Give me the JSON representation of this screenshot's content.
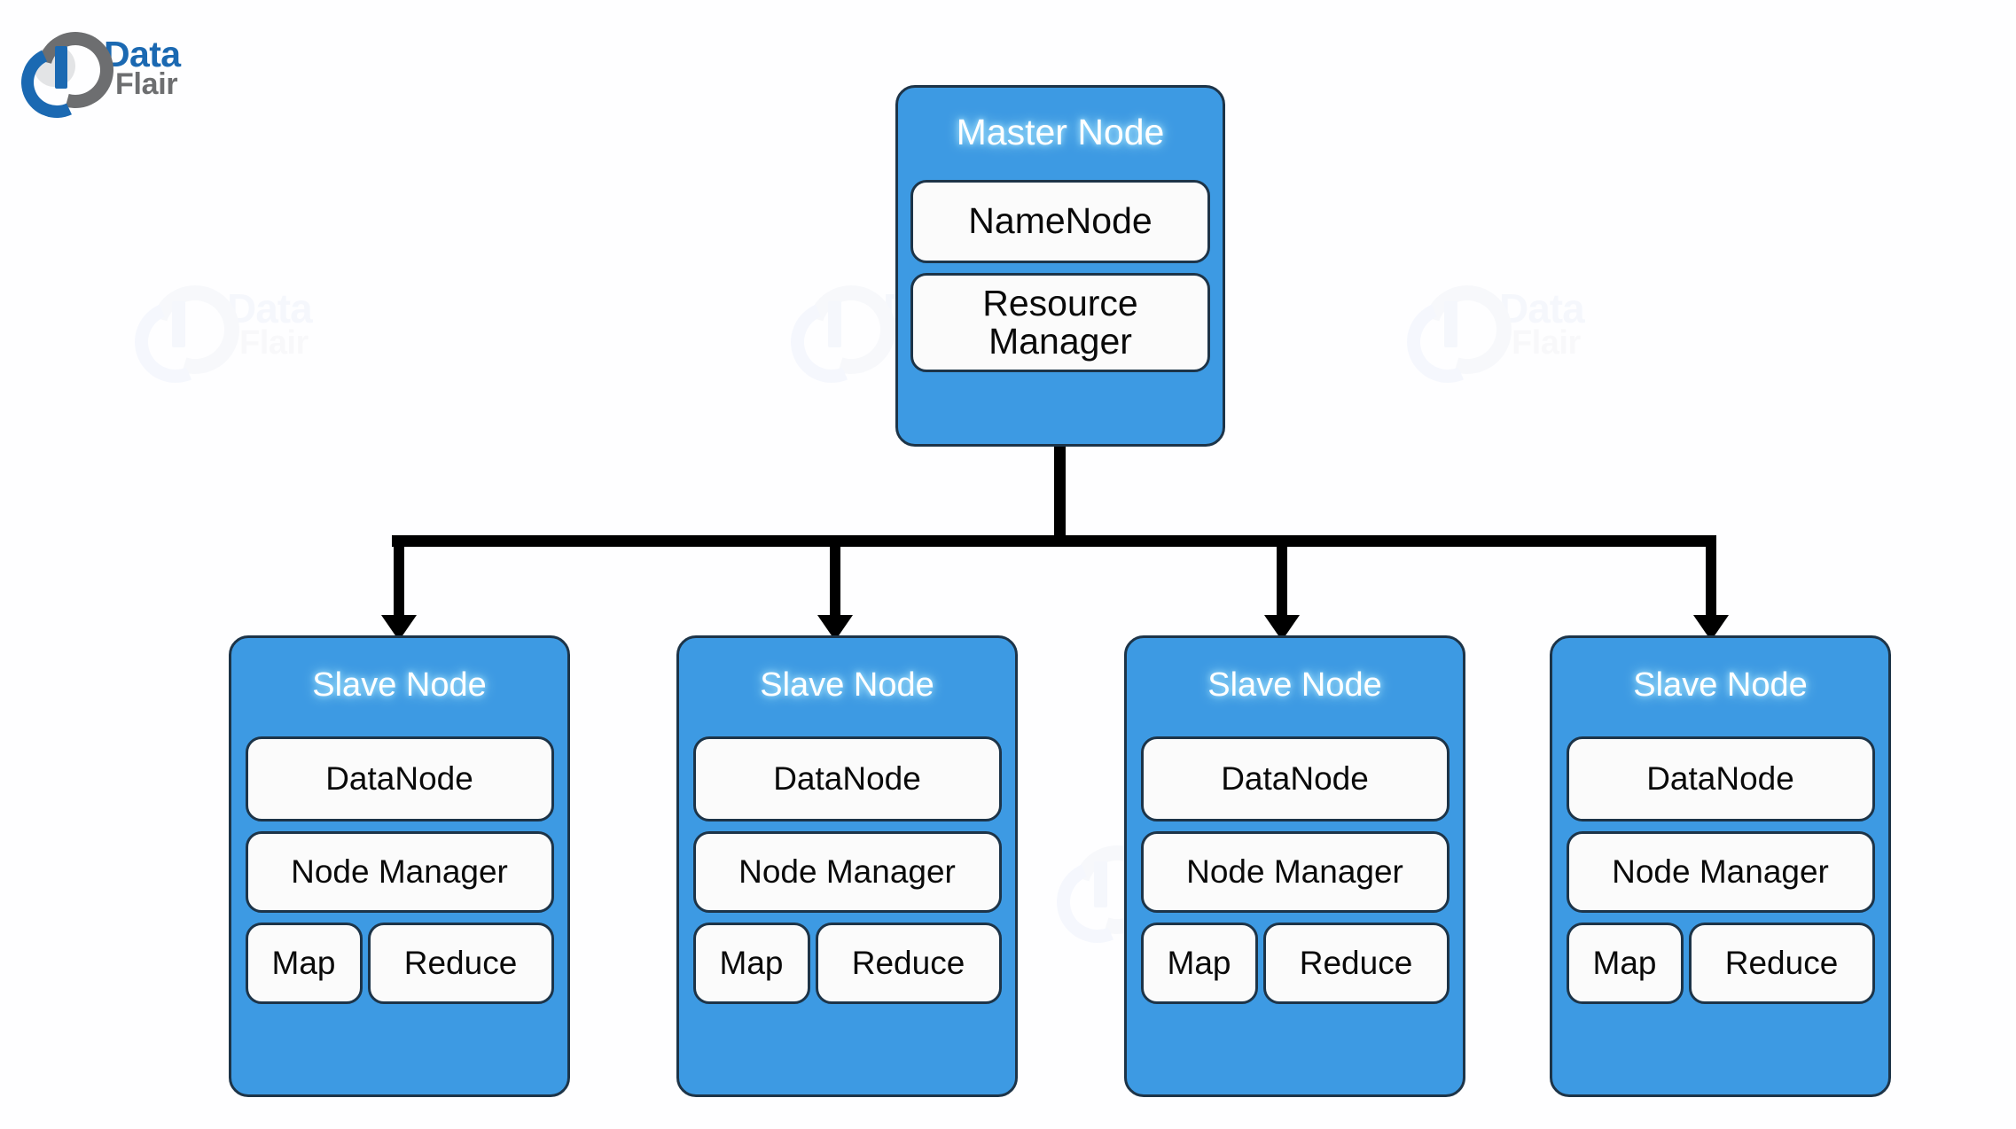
{
  "brand": {
    "name_primary": "Data",
    "name_secondary": "Flair",
    "logo_icon": "dataflair-logo-icon"
  },
  "watermark": {
    "text_primary": "Data",
    "text_secondary": "Flair"
  },
  "colors": {
    "node_fill": "#3d9ae3",
    "node_border": "#1d3448",
    "inner_fill": "#fbfbfb",
    "title_text": "#ffffff",
    "brand_blue": "#1b69b2",
    "brand_gray": "#6d6e70",
    "connector": "#000000",
    "background": "#ffffff"
  },
  "diagram": {
    "type": "hadoop-cluster-architecture",
    "master": {
      "title": "Master Node",
      "components": [
        {
          "label": "NameNode"
        },
        {
          "label": "Resource\nManager"
        }
      ]
    },
    "slaves": [
      {
        "title": "Slave Node",
        "components": [
          {
            "label": "DataNode"
          },
          {
            "label": "Node Manager"
          }
        ],
        "tasks": [
          {
            "label": "Map"
          },
          {
            "label": "Reduce"
          }
        ]
      },
      {
        "title": "Slave Node",
        "components": [
          {
            "label": "DataNode"
          },
          {
            "label": "Node Manager"
          }
        ],
        "tasks": [
          {
            "label": "Map"
          },
          {
            "label": "Reduce"
          }
        ]
      },
      {
        "title": "Slave Node",
        "components": [
          {
            "label": "DataNode"
          },
          {
            "label": "Node Manager"
          }
        ],
        "tasks": [
          {
            "label": "Map"
          },
          {
            "label": "Reduce"
          }
        ]
      },
      {
        "title": "Slave Node",
        "components": [
          {
            "label": "DataNode"
          },
          {
            "label": "Node Manager"
          }
        ],
        "tasks": [
          {
            "label": "Map"
          },
          {
            "label": "Reduce"
          }
        ]
      }
    ],
    "connector": {
      "style": "orthogonal-bus-with-arrows",
      "arrow_count": 4
    }
  }
}
